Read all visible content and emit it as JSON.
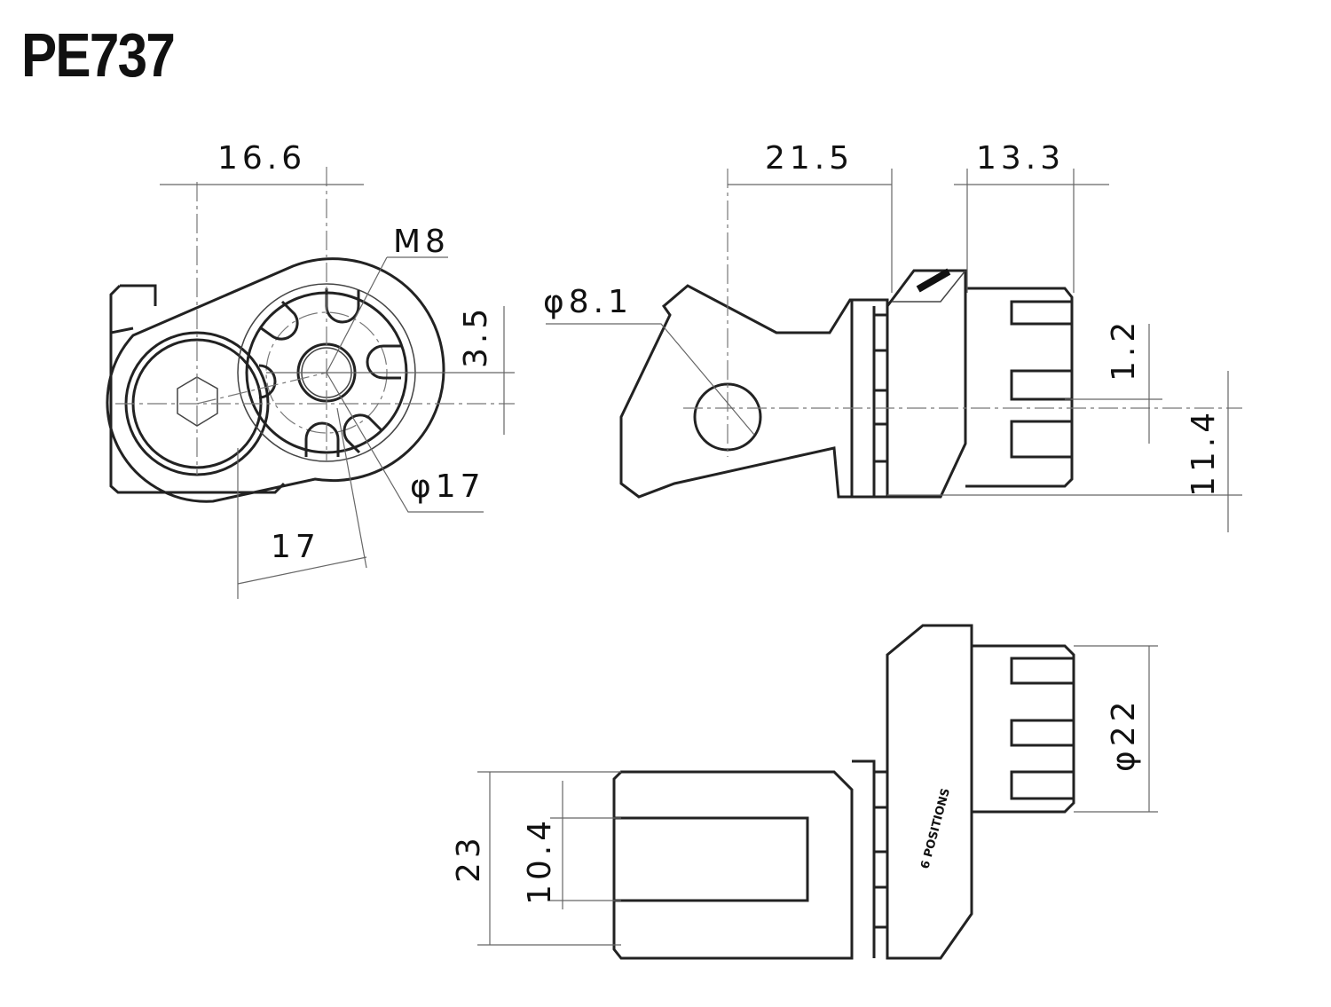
{
  "title": "PE737",
  "dimensions": {
    "front_width": "16.6",
    "thread": "M8",
    "offset_v": "3.5",
    "diameter_17": "φ17",
    "eccentric": "17",
    "hole_diameter": "φ8.1",
    "side_length": "21.5",
    "spline_length": "13.3",
    "offset_small": "1.2",
    "height": "11.4",
    "spline_diameter": "φ22",
    "fork_width": "23",
    "fork_gap": "10.4"
  },
  "labels": {
    "positions": "6 POSITIONS"
  }
}
